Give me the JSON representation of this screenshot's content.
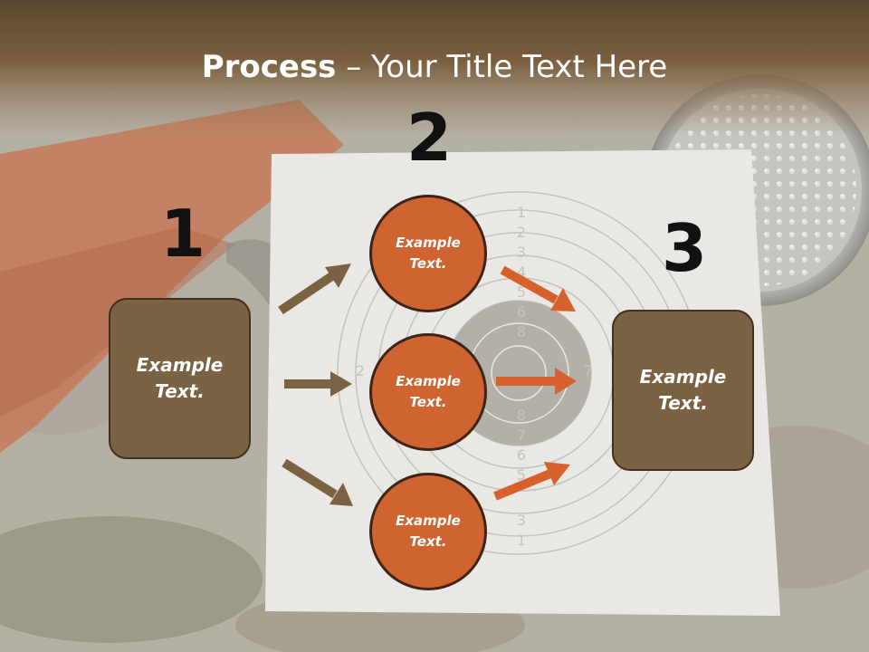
{
  "title": {
    "bold": "Process",
    "rest": " – Your Title Text Here"
  },
  "steps": [
    {
      "number": "1"
    },
    {
      "number": "2"
    },
    {
      "number": "3"
    }
  ],
  "left_box": {
    "text": "Example Text."
  },
  "right_box": {
    "text": "Example Text."
  },
  "circles": [
    {
      "text": "Example Text."
    },
    {
      "text": "Example Text."
    },
    {
      "text": "Example Text."
    }
  ],
  "colors": {
    "box": "#7a6242",
    "circle": "#cf6430",
    "arrow_brown": "#7a6242",
    "arrow_orange": "#d8602c",
    "title_bar": "#6b5236"
  }
}
